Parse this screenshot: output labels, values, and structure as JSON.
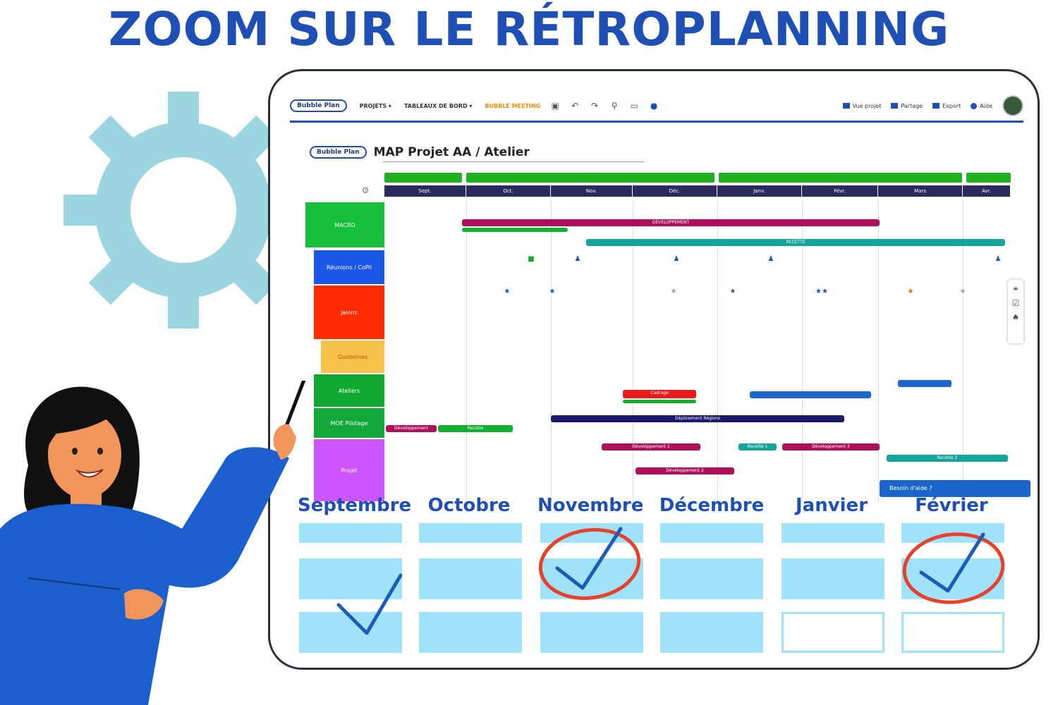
{
  "title": "ZOOM SUR LE RÉTROPLANNING",
  "app": {
    "logo": "Bubble Plan",
    "menu": [
      "PROJETS ▾",
      "TABLEAUX DE BORD ▾",
      "BUBBLE MEETING"
    ],
    "right_buttons": [
      "Vue projet",
      "Partage",
      "Export",
      "Aide"
    ]
  },
  "project": {
    "logo": "Bubble Plan",
    "title": "MAP Projet AA / Atelier"
  },
  "gantt": {
    "months": [
      "Sept.",
      "Oct.",
      "Nov.",
      "Déc.",
      "Janv.",
      "Févr.",
      "Mars",
      "Avr."
    ],
    "rows": [
      {
        "label": "MACRO",
        "color": "#17c03a"
      },
      {
        "label": "Réunions / CoPil",
        "color": "#1b57e8"
      },
      {
        "label": "Jalons",
        "color": "#ff2a00"
      },
      {
        "label": "Guidelines",
        "color": "#f7c24a"
      },
      {
        "label": "Ateliers",
        "color": "#10a831"
      },
      {
        "label": "MOE Pilotage",
        "color": "#13a83a"
      },
      {
        "label": "Projet",
        "color": "#cc55ff"
      }
    ],
    "bars": [
      {
        "label": "DÉVELOPPEMENT",
        "color": "#b0105a"
      },
      {
        "label": "RECETTE",
        "color": "#12a69a"
      },
      {
        "label": "Cadrage",
        "color": "#ee1a1a"
      },
      {
        "label": "Déploiement Régions",
        "color": "#1a1a6e"
      },
      {
        "label": "Développement",
        "color": "#b0105a"
      },
      {
        "label": "Recette",
        "color": "#12b02c"
      },
      {
        "label": "Développement 1",
        "color": "#b0105a"
      },
      {
        "label": "Développement 2",
        "color": "#b0105a"
      },
      {
        "label": "Développement 3",
        "color": "#b0105a"
      },
      {
        "label": "Recette 1",
        "color": "#12a69a"
      },
      {
        "label": "Recette 2",
        "color": "#12a69a"
      },
      {
        "label": "Besoin d'aide ?",
        "color": "#1a66cc"
      }
    ]
  },
  "months": [
    "Septembre",
    "Octobre",
    "Novembre",
    "Décembre",
    "Janvier",
    "Février"
  ],
  "colors": {
    "title_blue": "#1e4fb4",
    "card_blue": "#9fe2fa",
    "check_blue": "#1e5bb8",
    "circle_red": "#e8412a",
    "gear": "#9bd5e0",
    "shirt": "#1b5fcf",
    "skin": "#f2955b"
  }
}
